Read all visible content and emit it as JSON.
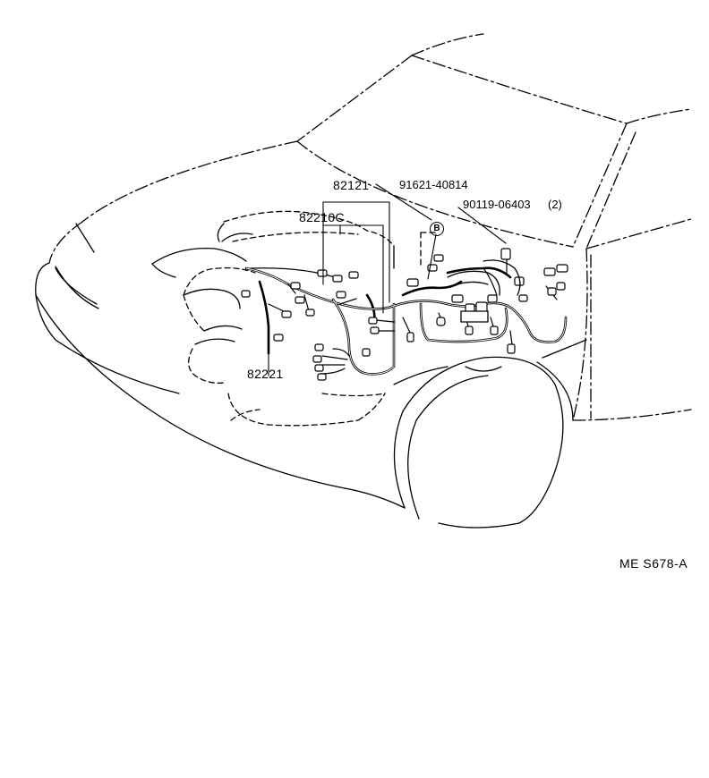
{
  "parts": {
    "harness_main": "82121",
    "engine_harness": "82210C",
    "sub_harness": "82221",
    "clamp": "91621-40814",
    "bolt": "90119-06403",
    "bolt_qty": "(2)"
  },
  "callout": {
    "letter": "B"
  },
  "reference": "ME S678-A"
}
